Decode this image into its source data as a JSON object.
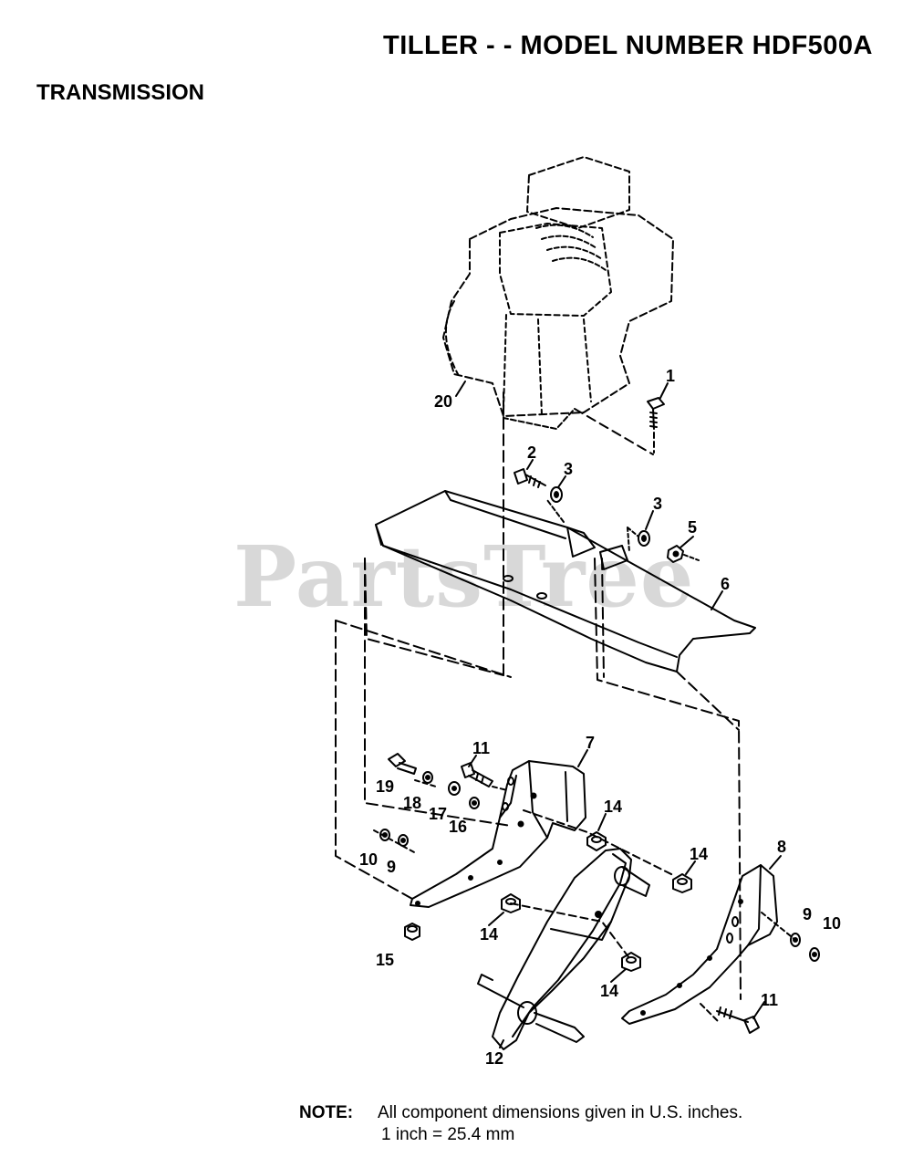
{
  "header": {
    "title": "TILLER - - MODEL NUMBER HDF500A",
    "section": "TRANSMISSION"
  },
  "watermark": "PartsTree",
  "callouts": {
    "c1": "1",
    "c2": "2",
    "c3a": "3",
    "c3b": "3",
    "c5": "5",
    "c6": "6",
    "c7": "7",
    "c8": "8",
    "c9a": "9",
    "c9b": "9",
    "c10a": "10",
    "c10b": "10",
    "c11a": "11",
    "c11b": "11",
    "c12": "12",
    "c14a": "14",
    "c14b": "14",
    "c14c": "14",
    "c14d": "14",
    "c15": "15",
    "c16": "16",
    "c17": "17",
    "c18": "18",
    "c19": "19",
    "c20": "20"
  },
  "note": {
    "label": "NOTE:",
    "line1": "All component dimensions given in U.S. inches.",
    "line2": "1 inch = 25.4 mm"
  }
}
